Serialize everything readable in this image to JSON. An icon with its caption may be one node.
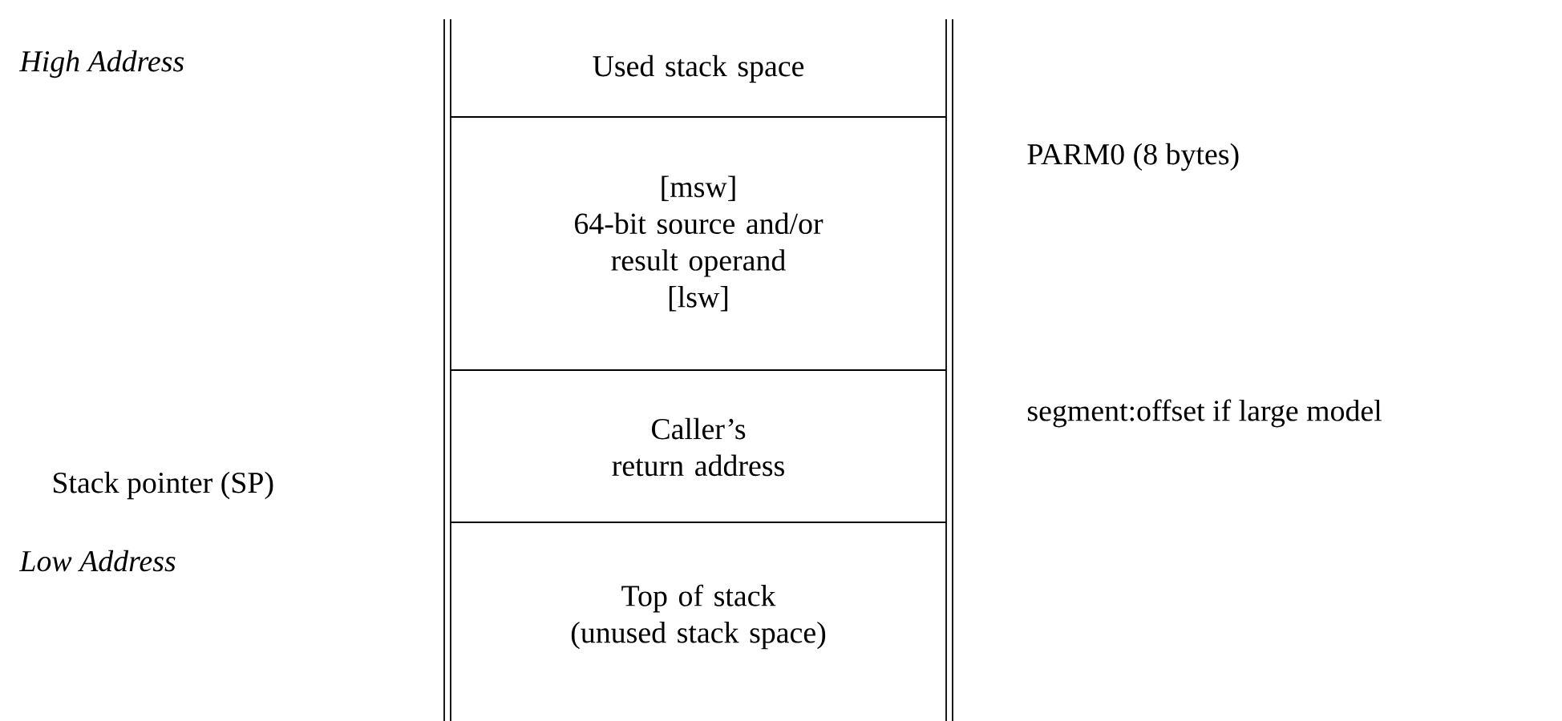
{
  "diagram": {
    "nodes": [
      {
        "text": [
          "Used stack space"
        ]
      },
      {
        "text": [
          "[msw]",
          "64-bit source and/or result operand",
          "[lsw]"
        ]
      },
      {
        "text": [
          "Caller’s return address"
        ]
      },
      {
        "text": [
          "Top of stack (unused stack space)"
        ]
      }
    ],
    "edges": [],
    "labels": [
      "High Address",
      "PARM0 (8 bytes)",
      "segment:offset if large model",
      "Stack pointer (SP)",
      "Low Address"
    ]
  }
}
